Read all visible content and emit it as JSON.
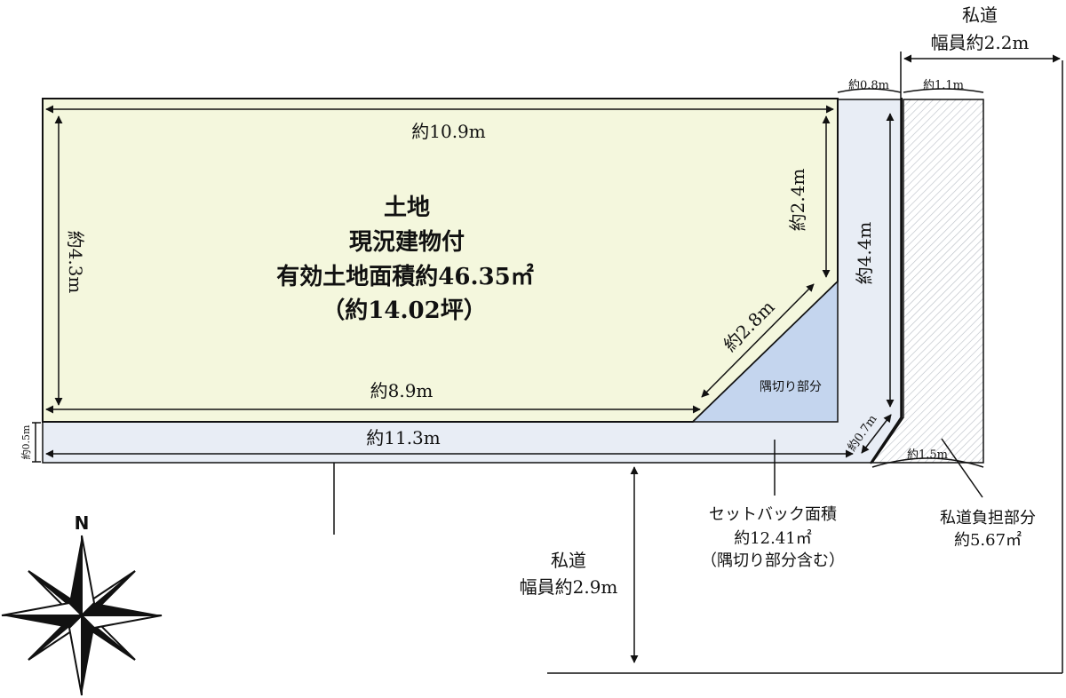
{
  "colors": {
    "land": "#f4f7dd",
    "setback": "#e8edf5",
    "corner_cut": "#c4d5ee",
    "hatch": "#9aa0a8",
    "line": "#111111"
  },
  "land": {
    "line1": "土地",
    "line2": "現況建物付",
    "line3": "有効土地面積約46.35㎡",
    "line4": "（約14.02坪）"
  },
  "dimensions": {
    "top_width": "約10.9m",
    "left_height": "約4.3m",
    "inner_bottom": "約8.9m",
    "right_inner": "約2.4m",
    "diagonal": "約2.8m",
    "bottom_width": "約11.3m",
    "setback_depth": "約0.5m",
    "right_outer": "約4.4m",
    "strip_top": "約0.8m",
    "hatch_top": "約1.1m",
    "hatch_bottom": "約1.5m",
    "corner_diag": "約0.7m"
  },
  "corner_cut_label": "隅切り部分",
  "setback_label": {
    "line1": "セットバック面積",
    "line2": "約12.41㎡",
    "line3": "（隅切り部分含む）"
  },
  "private_road_burden": {
    "line1": "私道負担部分",
    "line2": "約5.67㎡"
  },
  "road_bottom": {
    "line1": "私道",
    "line2": "幅員約2.9m"
  },
  "road_right": {
    "line1": "私道",
    "line2": "幅員約2.2m"
  },
  "compass": {
    "north_label": "N",
    "icon": "compass-rose-icon"
  }
}
